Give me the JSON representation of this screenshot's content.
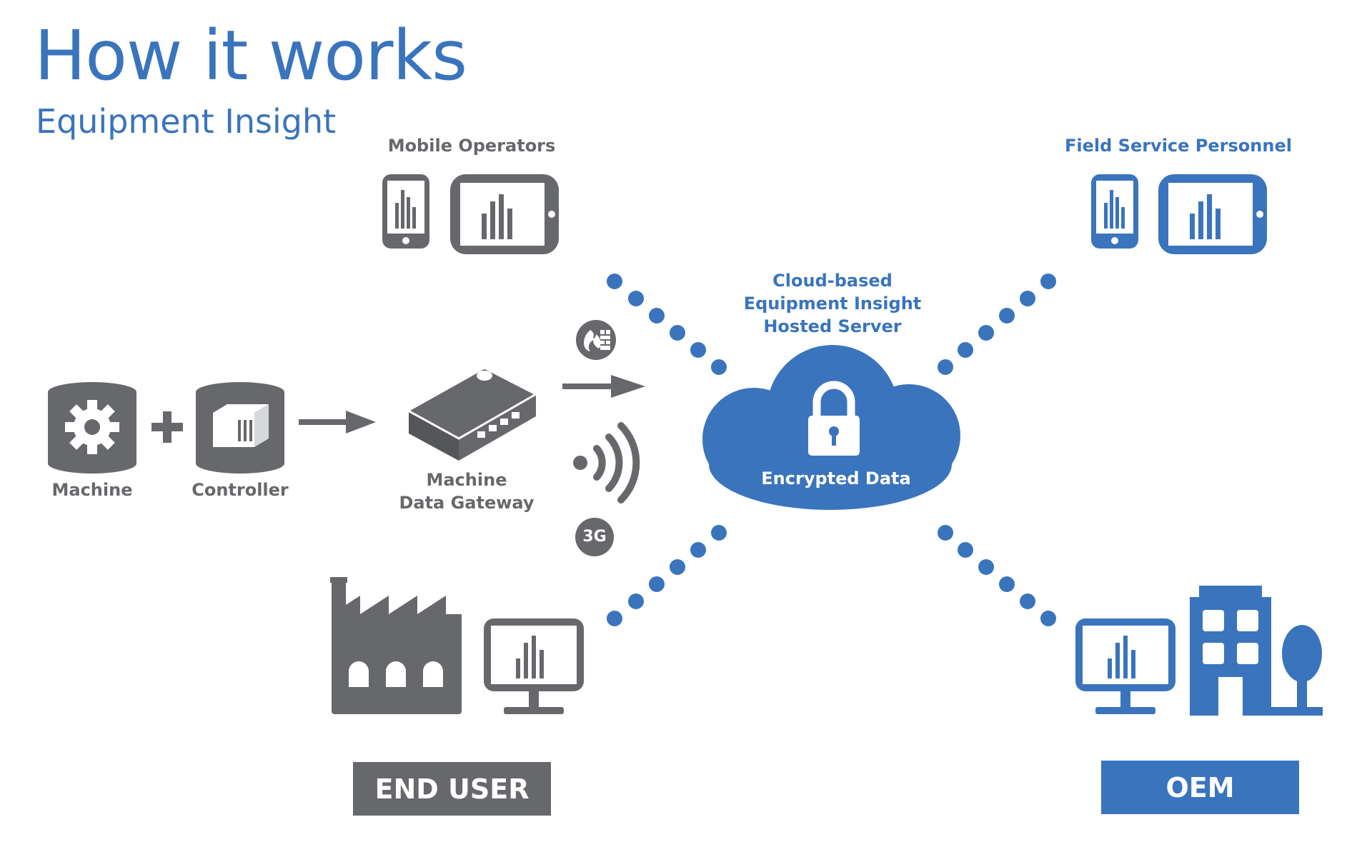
{
  "header": {
    "title": "How it works",
    "subtitle": "Equipment Insight"
  },
  "labels": {
    "mobile_operators": "Mobile Operators",
    "field_service": "Field Service Personnel",
    "cloud_line1": "Cloud-based",
    "cloud_line2": "Equipment Insight",
    "cloud_line3": "Hosted Server",
    "encrypted": "Encrypted Data",
    "machine": "Machine",
    "controller": "Controller",
    "gateway_line1": "Machine",
    "gateway_line2": "Data Gateway",
    "three_g": "3G"
  },
  "buttons": {
    "end_user": "END USER",
    "oem": "OEM"
  },
  "colors": {
    "blue": "#3a74bd",
    "gray": "#67686b"
  },
  "icons": [
    "tablet-icon",
    "phone-icon",
    "gear-icon",
    "controller-icon",
    "gateway-icon",
    "firewall-icon",
    "wireless-icon",
    "3g-icon",
    "cloud-icon",
    "lock-icon",
    "factory-icon",
    "monitor-icon",
    "office-building-icon",
    "tree-icon"
  ]
}
